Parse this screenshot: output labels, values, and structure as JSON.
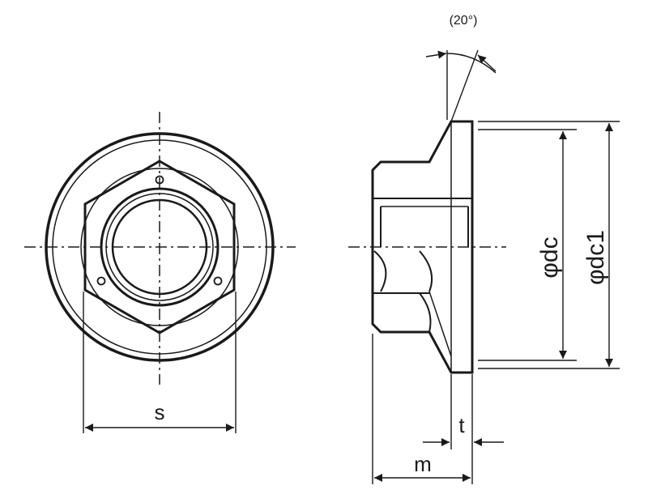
{
  "labels": {
    "angle": "(20°)",
    "width_across_flats": "s",
    "washer_thickness": "t",
    "nut_height": "m",
    "inner_diameter": "φdc",
    "outer_diameter": "φdc1"
  },
  "colors": {
    "line": "#1a1a1a",
    "background": "#ffffff"
  }
}
